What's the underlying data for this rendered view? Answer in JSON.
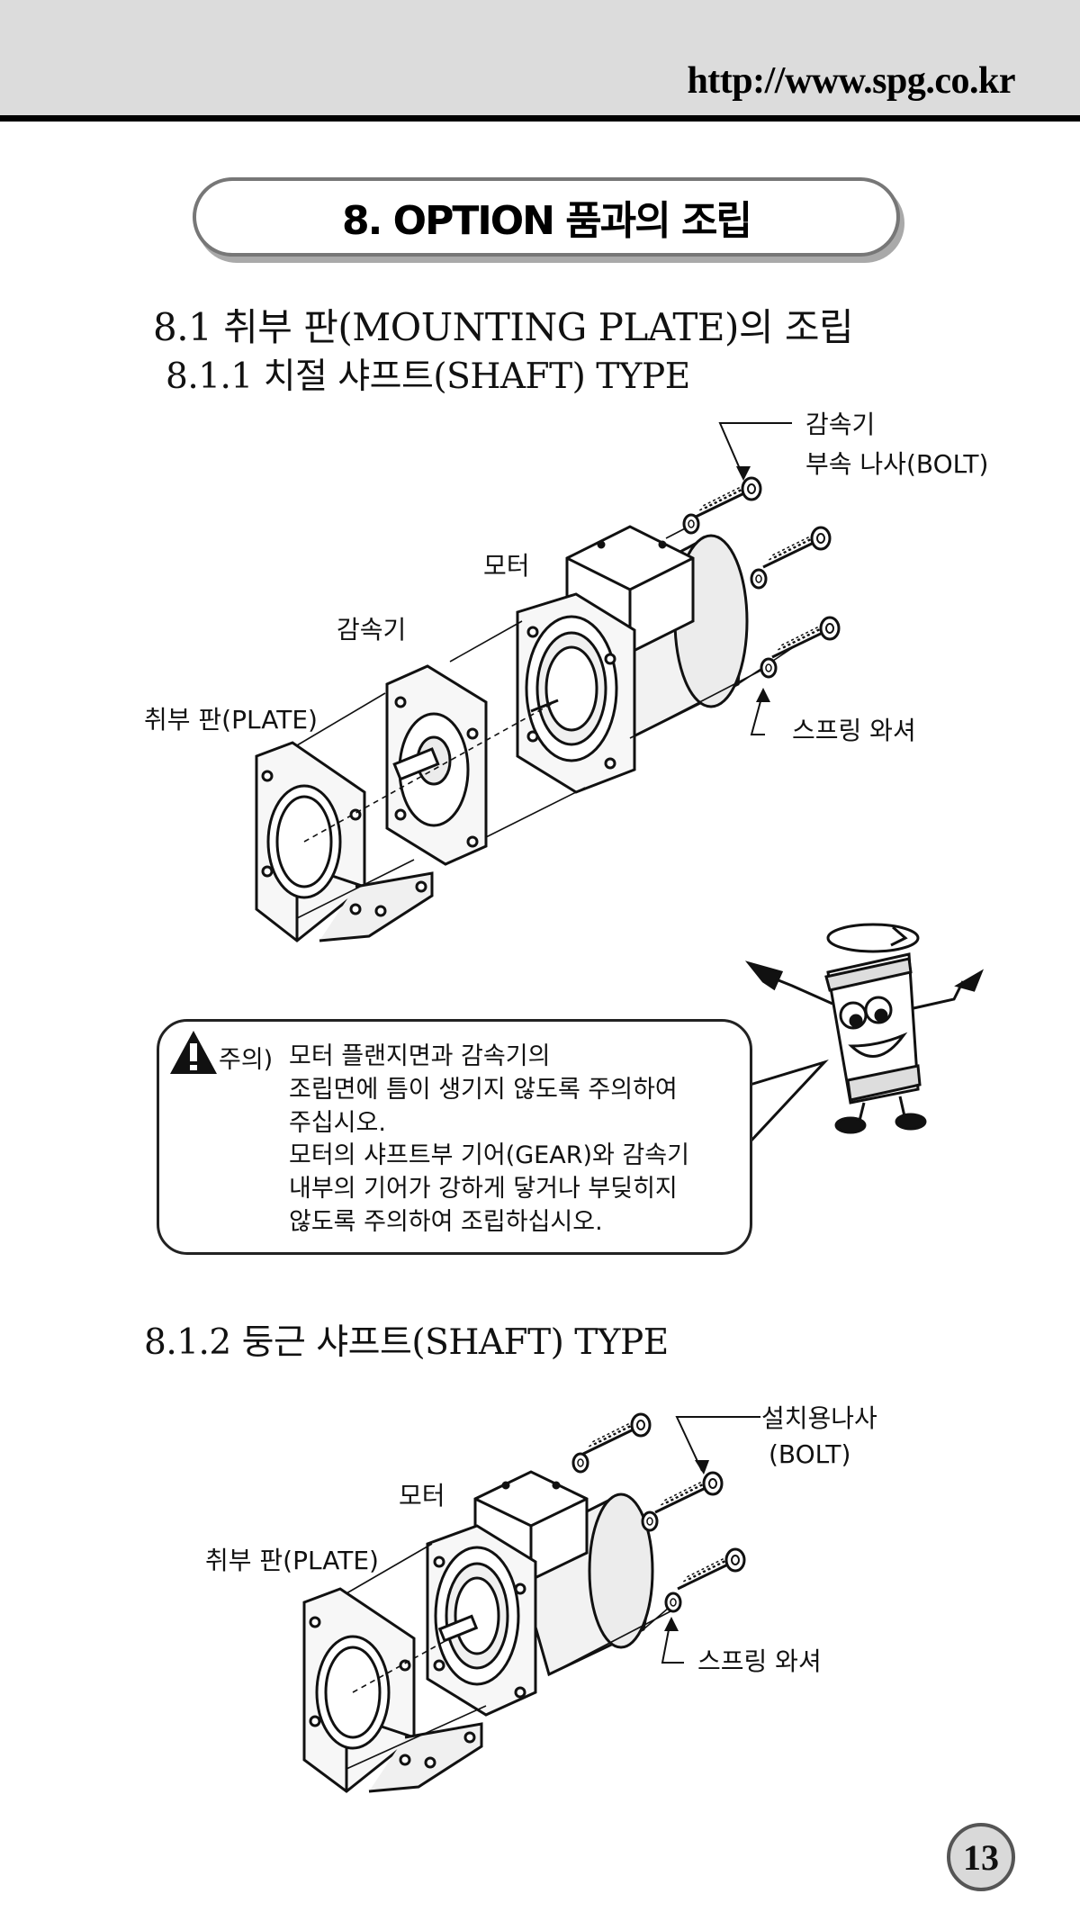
{
  "header": {
    "url": "http://www.spg.co.kr"
  },
  "title": "8. OPTION 품과의 조립",
  "section_8_1": {
    "heading": "8.1 취부 판(MOUNTING PLATE)의 조립"
  },
  "section_8_1_1": {
    "heading": "8.1.1 치절 샤프트(SHAFT) TYPE",
    "labels": {
      "bolt_line1": "감속기",
      "bolt_line2": "부속 나사(BOLT)",
      "motor": "모터",
      "gearbox": "감속기",
      "plate": "취부 판(PLATE)",
      "washer": "스프링 와셔"
    }
  },
  "notice": {
    "prefix": "주의)",
    "paragraph1": [
      "모터 플랜지면과 감속기의",
      "조립면에 틈이 생기지 않도록 주의하여",
      "주십시오."
    ],
    "paragraph2": [
      "모터의 샤프트부 기어(GEAR)와 감속기",
      "내부의 기어가 강하게 닿거나 부딪히지",
      "않도록 주의하여 조립하십시오."
    ]
  },
  "section_8_1_2": {
    "heading": "8.1.2 둥근 샤프트(SHAFT) TYPE",
    "labels": {
      "bolt_line1": "설치용나사",
      "bolt_line2": "(BOLT)",
      "motor": "모터",
      "plate": "취부 판(PLATE)",
      "washer": "스프링 와셔"
    }
  },
  "page_number": "13",
  "icons": [
    "warning-icon",
    "mascot-character"
  ]
}
